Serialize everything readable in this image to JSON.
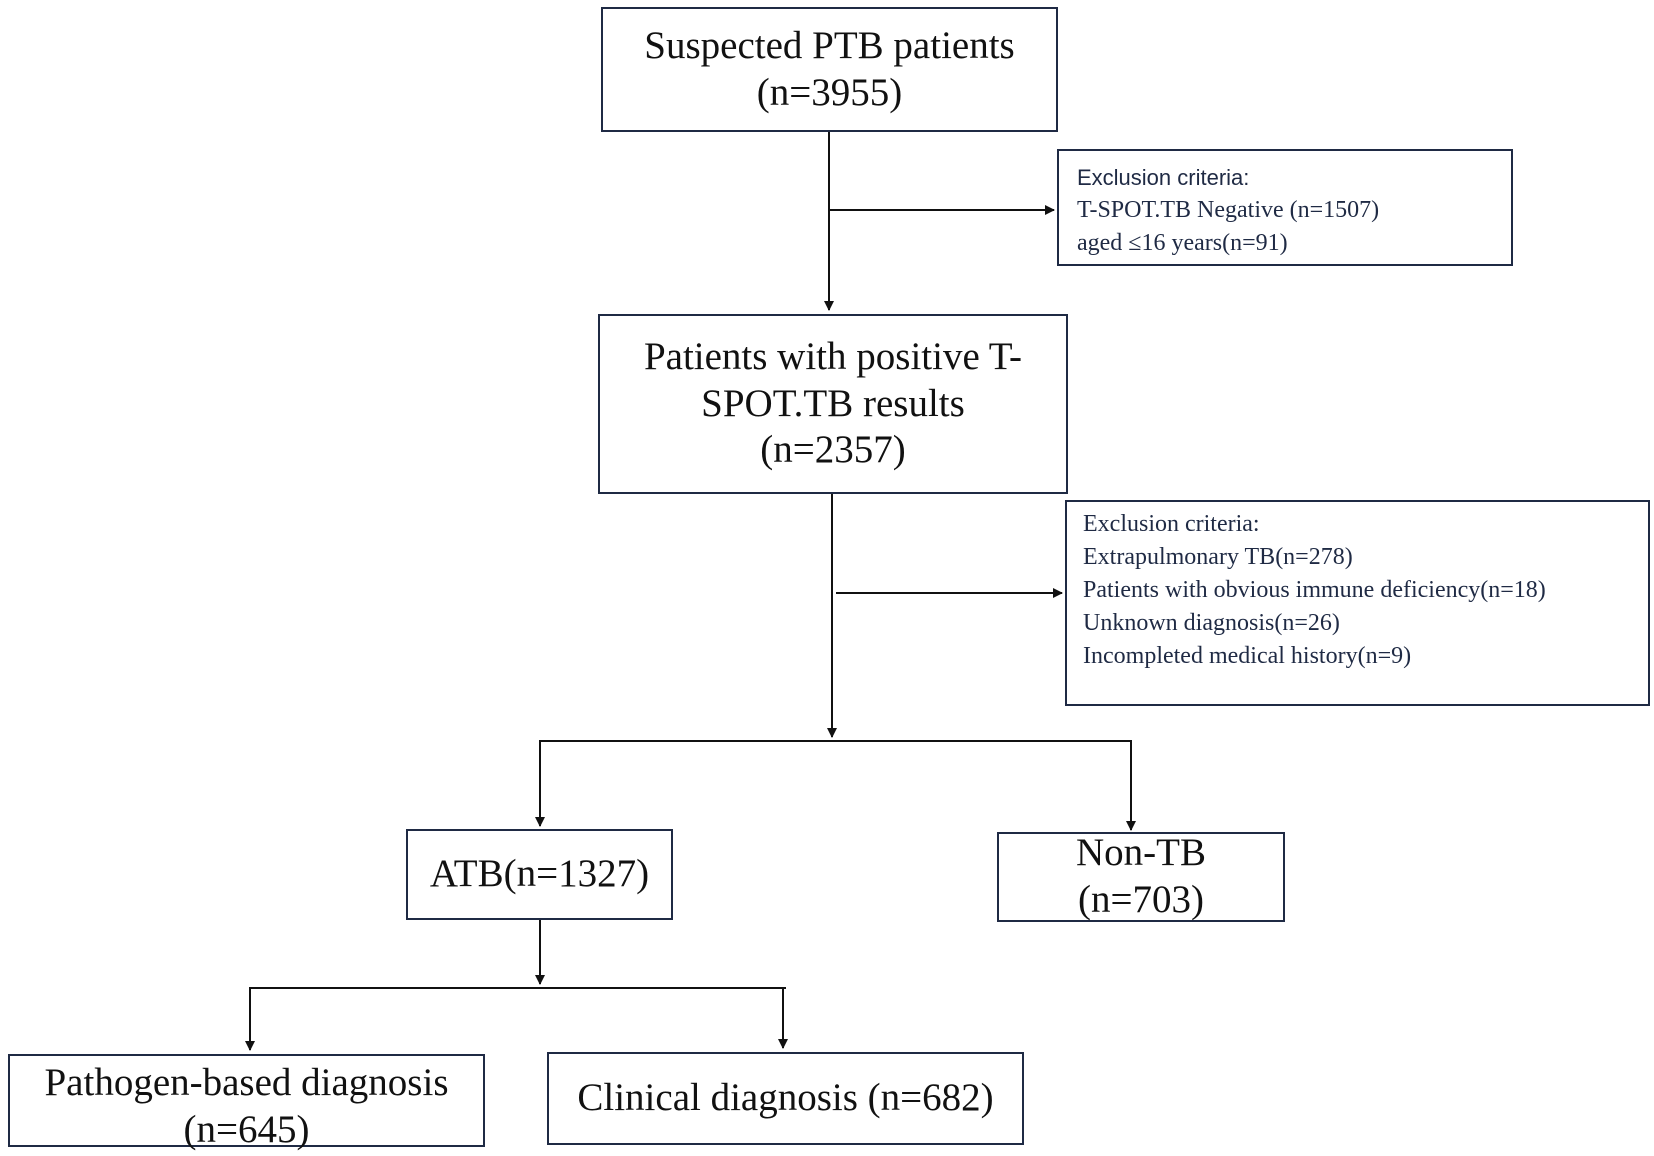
{
  "diagram": {
    "nodes": {
      "suspected": {
        "lines": [
          "Suspected PTB patients",
          "(n=3955)"
        ]
      },
      "positive": {
        "lines": [
          "Patients with positive T-",
          "SPOT.TB results",
          "(n=2357)"
        ]
      },
      "atb": {
        "lines": [
          "ATB(n=1327)"
        ]
      },
      "nontb": {
        "lines": [
          "Non-TB",
          "(n=703)"
        ]
      },
      "pathogen": {
        "lines": [
          "Pathogen-based diagnosis",
          "(n=645)"
        ]
      },
      "clinical": {
        "lines": [
          "Clinical diagnosis (n=682)"
        ]
      }
    },
    "exclusions": {
      "first": {
        "title": "Exclusion criteria:",
        "items": [
          "T-SPOT.TB Negative (n=1507)",
          "aged ≤16 years(n=91)"
        ]
      },
      "second": {
        "title": "Exclusion criteria:",
        "items": [
          "Extrapulmonary TB(n=278)",
          "Patients with obvious immune deficiency(n=18)",
          "Unknown diagnosis(n=26)",
          "Incompleted  medical history(n=9)"
        ]
      }
    },
    "colors": {
      "border": "#1f2a44",
      "line": "#111111",
      "text": "#111111"
    }
  }
}
